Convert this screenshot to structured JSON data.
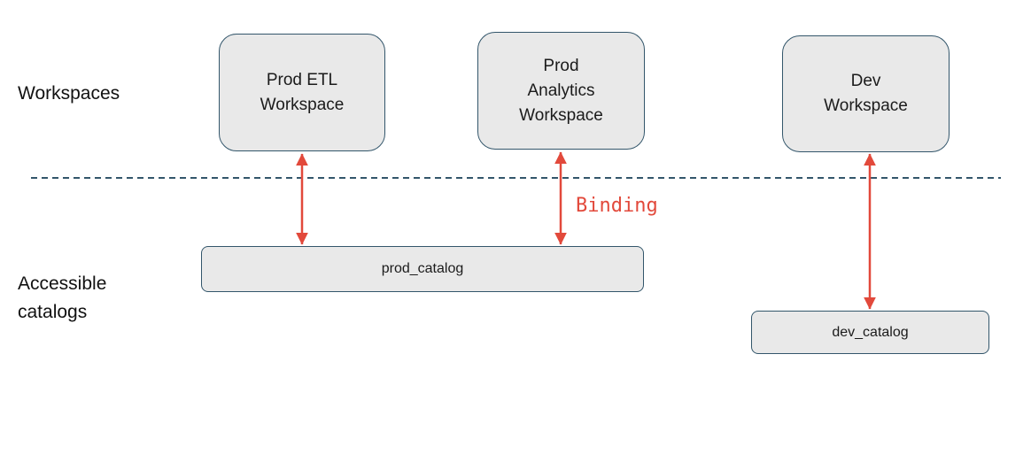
{
  "diagram": {
    "row_labels": {
      "workspaces": "Workspaces",
      "catalogs": "Accessible\ncatalogs"
    },
    "workspaces": [
      {
        "label": "Prod ETL\nWorkspace"
      },
      {
        "label": "Prod\nAnalytics\nWorkspace"
      },
      {
        "label": "Dev\nWorkspace"
      }
    ],
    "catalogs": [
      {
        "label": "prod_catalog"
      },
      {
        "label": "dev_catalog"
      }
    ],
    "binding_label": "Binding",
    "colors": {
      "box_fill": "#e9e9e9",
      "box_border": "#33566b",
      "divider": "#33566b",
      "arrow": "#e2493b",
      "binding_text": "#e2493b",
      "label_text": "#111111"
    }
  }
}
